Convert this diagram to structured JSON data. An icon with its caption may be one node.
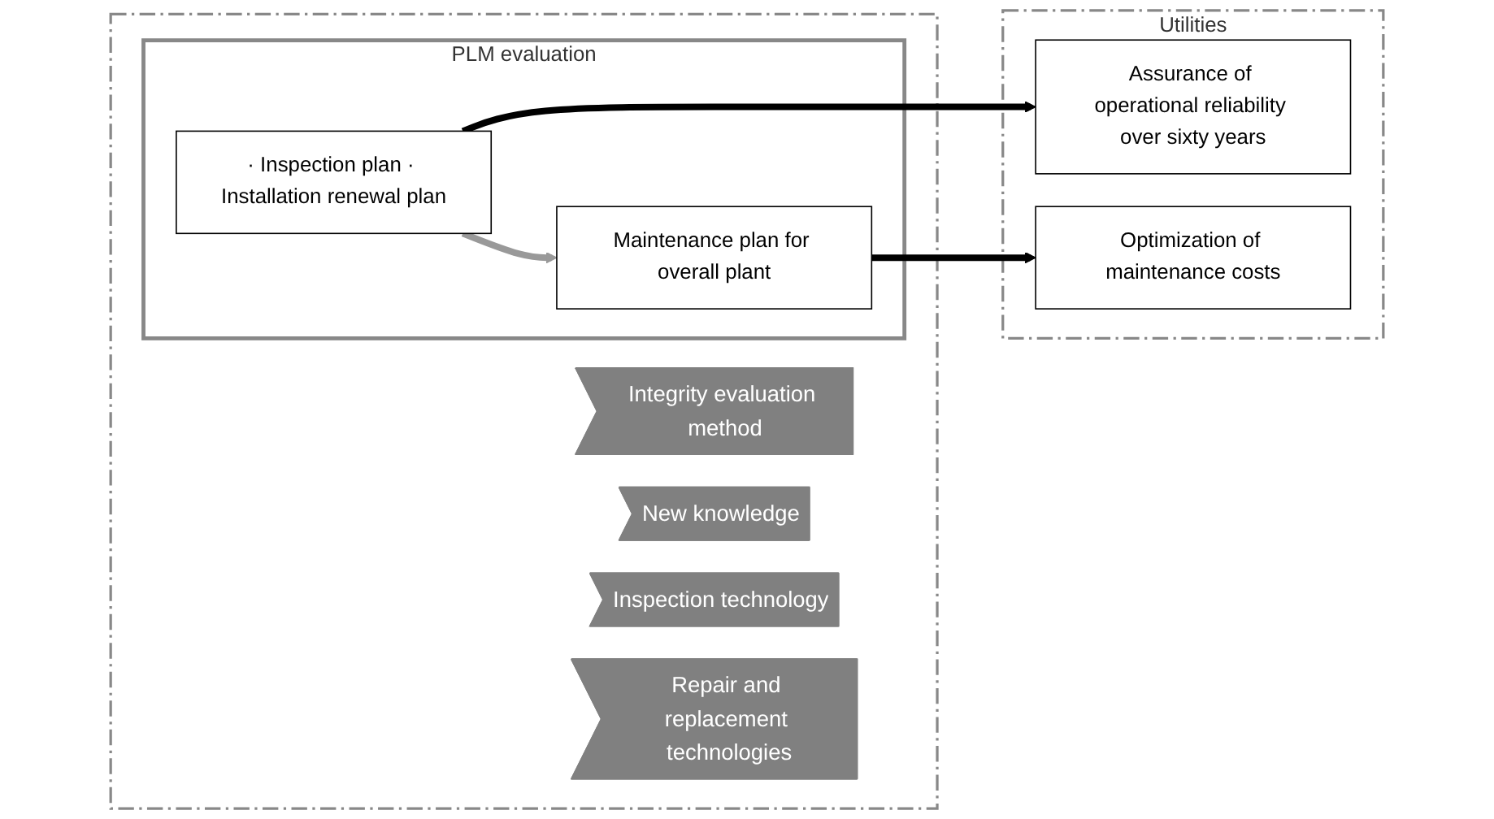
{
  "diagram": {
    "nodes": [
      {
        "text": [],
        "shape": "box"
      },
      {
        "text": [
          "Integrity evaluation method"
        ],
        "in": 0
      },
      {
        "text": [
          "New knowledge"
        ],
        "in": 0
      },
      {
        "text": [
          "Inspection technology"
        ],
        "in": 0
      },
      {
        "text": [
          "Repair and replacement technologies"
        ],
        "in": 0
      },
      {
        "text": [
          "PLM evaluation"
        ],
        "in": 0
      },
      {
        "text": [
          "· Inspection plan · Installation renewal plan"
        ],
        "in": 5
      },
      {
        "text": [
          "Maintenance plan for overall plant"
        ],
        "in": 5
      },
      {
        "text": [
          "Utilities"
        ]
      },
      {
        "text": [
          "Assurance of operational reliability over sixty years"
        ],
        "in": 8
      },
      {
        "text": [
          "Optimization of maintenance costs"
        ],
        "in": 8
      }
    ],
    "edges": [
      {
        "from": 6,
        "to": 7,
        "arrow": "to",
        "color": "#999999"
      },
      {
        "from": 6,
        "to": 9,
        "arrow": "to"
      },
      {
        "from": 7,
        "to": 10,
        "arrow": "to"
      }
    ]
  }
}
